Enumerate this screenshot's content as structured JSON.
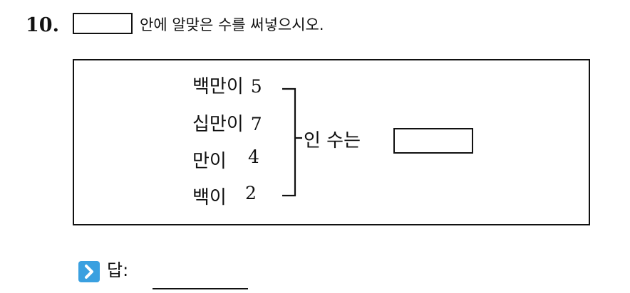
{
  "question": {
    "number": "10.",
    "instruction": "안에 알맞은 수를 써넣으시오."
  },
  "problem": {
    "rows": [
      {
        "label": "백만이",
        "value": "5"
      },
      {
        "label": "십만이",
        "value": "7"
      },
      {
        "label": "만이",
        "value": "4"
      },
      {
        "label": "백이",
        "value": "2"
      }
    ],
    "result_text": "인 수는"
  },
  "answer": {
    "icon": "chevron-right-icon",
    "label": "답:"
  },
  "colors": {
    "icon_bg": "#3aa0e0",
    "icon_fg": "#ffffff",
    "ink": "#111111"
  }
}
